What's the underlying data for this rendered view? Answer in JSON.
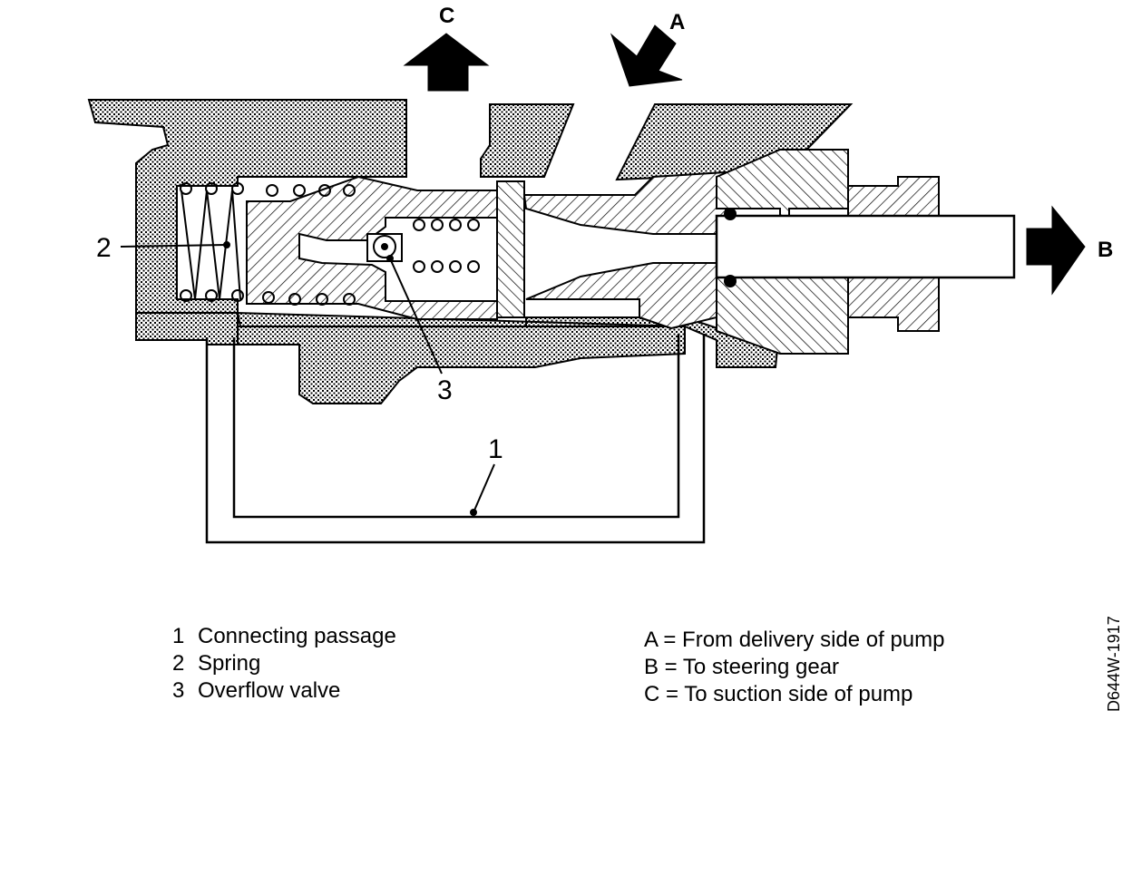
{
  "callouts": {
    "one": "1",
    "two": "2",
    "three": "3"
  },
  "arrows": {
    "a": "A",
    "b": "B",
    "c": "C"
  },
  "legend_numbers": [
    {
      "num": "1",
      "text": "Connecting passage"
    },
    {
      "num": "2",
      "text": "Spring"
    },
    {
      "num": "3",
      "text": "Overflow valve"
    }
  ],
  "legend_letters": [
    "A = From delivery side of pump",
    "B = To steering gear",
    "C = To suction side of pump"
  ],
  "reference_code": "D644W-1917"
}
